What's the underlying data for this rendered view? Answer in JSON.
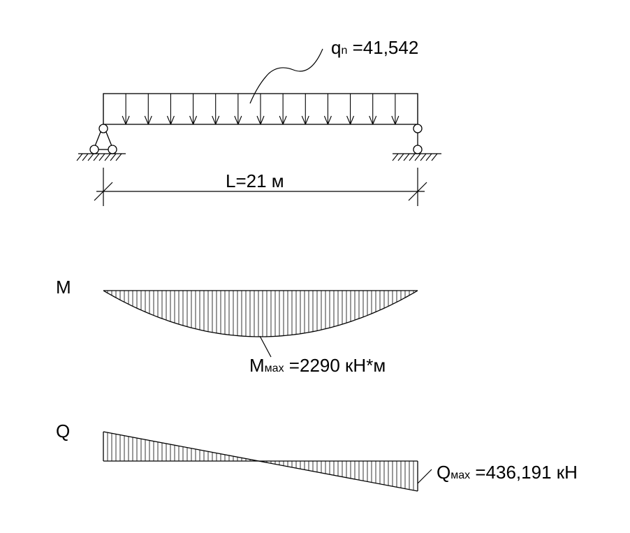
{
  "load_label": {
    "symbol": "q",
    "subscript": "n",
    "value": " =41,542"
  },
  "span_label": "L=21 м",
  "moment": {
    "axis_label": "M",
    "max_symbol": "M",
    "max_subscript": "мах",
    "max_value": " =2290 кН*м"
  },
  "shear": {
    "axis_label": "Q",
    "max_symbol": "Q",
    "max_subscript": "мах",
    "max_value": " =436,191 кН"
  },
  "colors": {
    "ink": "#000000",
    "background": "#ffffff"
  }
}
